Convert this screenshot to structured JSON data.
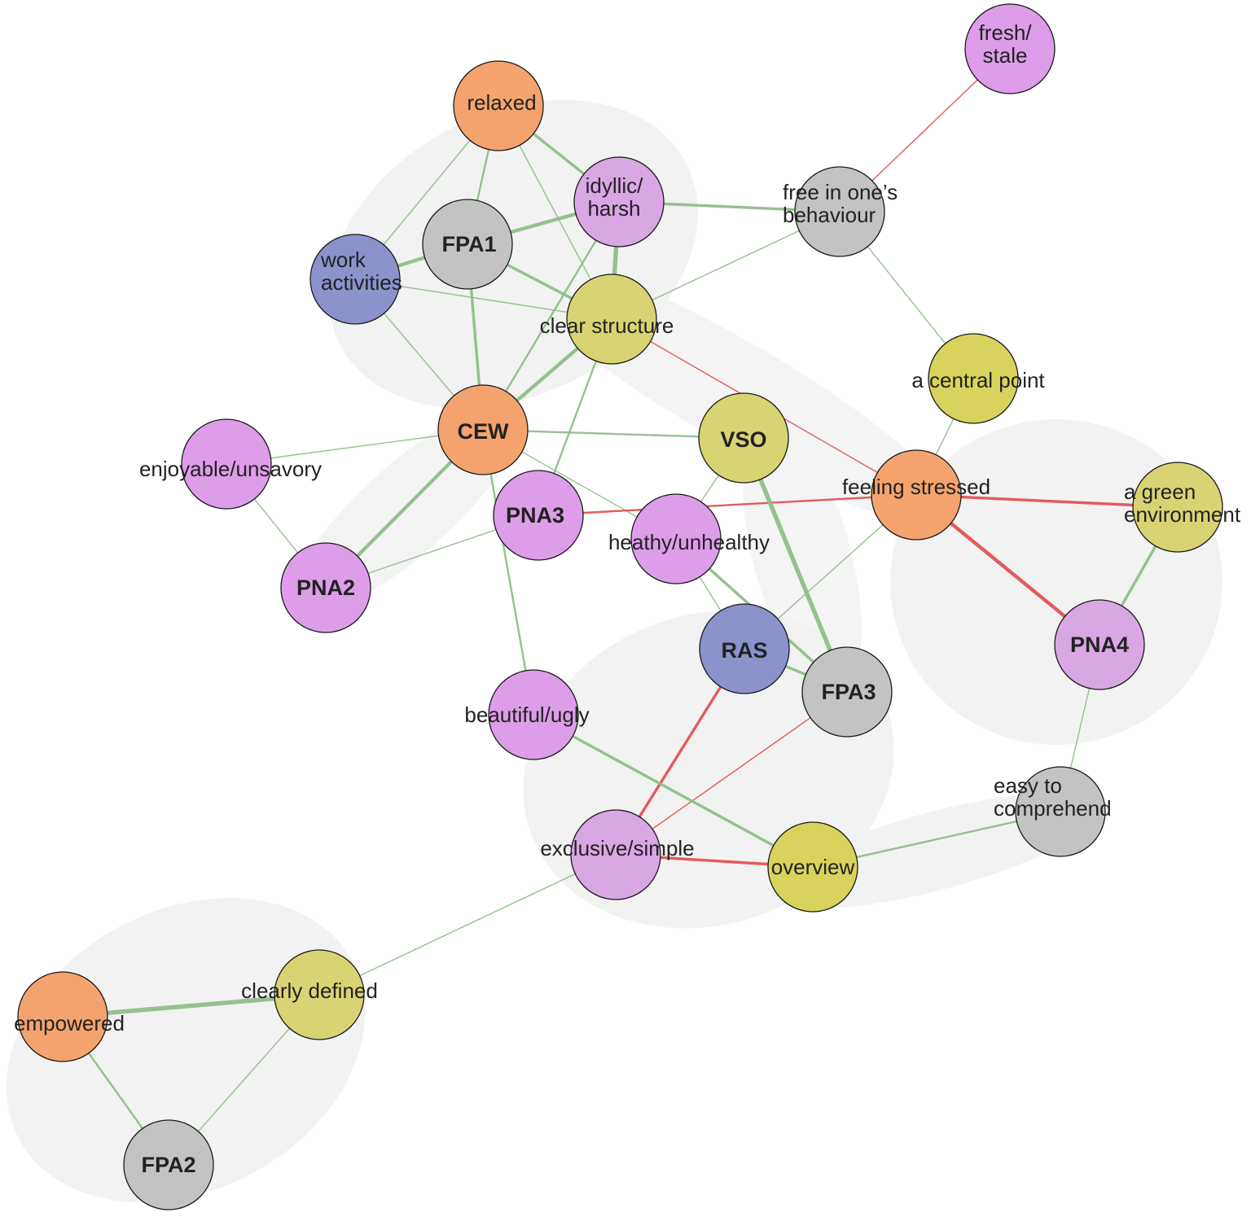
{
  "colors": {
    "orange": "#f4a36e",
    "violet": "#dd9de9",
    "violet_light": "#d9a7e4",
    "yellow": "#d7d35c",
    "yellow_dull": "#d9d473",
    "grey": "#c3c3c3",
    "blue": "#8b92cc",
    "positive_edge": "#8fbf88",
    "negative_edge": "#e24b4b",
    "cluster_fill": "#f2f2f2"
  },
  "nodes": [
    {
      "id": "relaxed",
      "lines": [
        "relaxed"
      ],
      "bold": false,
      "color": "orange"
    },
    {
      "id": "fresh",
      "lines": [
        "fresh/",
        "stale"
      ],
      "bold": false,
      "color": "violet"
    },
    {
      "id": "idyllic",
      "lines": [
        "idyllic/",
        "harsh"
      ],
      "bold": false,
      "color": "violet_light"
    },
    {
      "id": "free",
      "lines": [
        "free in one’s",
        "behaviour"
      ],
      "bold": false,
      "color": "grey"
    },
    {
      "id": "fpa1",
      "lines": [
        "FPA1"
      ],
      "bold": true,
      "color": "grey"
    },
    {
      "id": "work",
      "lines": [
        "work",
        "activities"
      ],
      "bold": false,
      "color": "blue"
    },
    {
      "id": "clear",
      "lines": [
        "clear structure"
      ],
      "bold": false,
      "color": "yellow_dull"
    },
    {
      "id": "central",
      "lines": [
        "a central point"
      ],
      "bold": false,
      "color": "yellow"
    },
    {
      "id": "cew",
      "lines": [
        "CEW"
      ],
      "bold": true,
      "color": "orange"
    },
    {
      "id": "vso",
      "lines": [
        "VSO"
      ],
      "bold": true,
      "color": "yellow_dull"
    },
    {
      "id": "enjoyable",
      "lines": [
        "enjoyable/unsavory"
      ],
      "bold": false,
      "color": "violet"
    },
    {
      "id": "pna3",
      "lines": [
        "PNA3"
      ],
      "bold": true,
      "color": "violet"
    },
    {
      "id": "stressed",
      "lines": [
        "feeling stressed"
      ],
      "bold": false,
      "color": "orange"
    },
    {
      "id": "green",
      "lines": [
        "a green",
        "environment"
      ],
      "bold": false,
      "color": "yellow_dull"
    },
    {
      "id": "healthy",
      "lines": [
        "heathy/unhealthy"
      ],
      "bold": false,
      "color": "violet"
    },
    {
      "id": "pna2",
      "lines": [
        "PNA2"
      ],
      "bold": true,
      "color": "violet"
    },
    {
      "id": "ras",
      "lines": [
        "RAS"
      ],
      "bold": true,
      "color": "blue"
    },
    {
      "id": "pna4",
      "lines": [
        "PNA4"
      ],
      "bold": true,
      "color": "violet_light"
    },
    {
      "id": "fpa3",
      "lines": [
        "FPA3"
      ],
      "bold": true,
      "color": "grey"
    },
    {
      "id": "beautiful",
      "lines": [
        "beautiful/ugly"
      ],
      "bold": false,
      "color": "violet"
    },
    {
      "id": "easy",
      "lines": [
        "easy to",
        "comprehend"
      ],
      "bold": false,
      "color": "grey"
    },
    {
      "id": "exclusive",
      "lines": [
        "exclusive/simple"
      ],
      "bold": false,
      "color": "violet_light"
    },
    {
      "id": "overview",
      "lines": [
        "overview"
      ],
      "bold": false,
      "color": "yellow"
    },
    {
      "id": "clearly",
      "lines": [
        "clearly defined"
      ],
      "bold": false,
      "color": "yellow_dull"
    },
    {
      "id": "empowered",
      "lines": [
        "empowered"
      ],
      "bold": false,
      "color": "orange"
    },
    {
      "id": "fpa2",
      "lines": [
        "FPA2"
      ],
      "bold": true,
      "color": "grey"
    }
  ],
  "edges": [
    {
      "from": "fresh",
      "to": "free",
      "sign": "negative",
      "weight": 1
    },
    {
      "from": "relaxed",
      "to": "idyllic",
      "sign": "positive",
      "weight": 3
    },
    {
      "from": "relaxed",
      "to": "fpa1",
      "sign": "positive",
      "weight": 2
    },
    {
      "from": "relaxed",
      "to": "work",
      "sign": "positive",
      "weight": 1
    },
    {
      "from": "relaxed",
      "to": "clear",
      "sign": "positive",
      "weight": 1
    },
    {
      "from": "idyllic",
      "to": "free",
      "sign": "positive",
      "weight": 3
    },
    {
      "from": "idyllic",
      "to": "fpa1",
      "sign": "positive",
      "weight": 4
    },
    {
      "from": "idyllic",
      "to": "clear",
      "sign": "positive",
      "weight": 5
    },
    {
      "from": "idyllic",
      "to": "cew",
      "sign": "positive",
      "weight": 2
    },
    {
      "from": "fpa1",
      "to": "work",
      "sign": "positive",
      "weight": 4
    },
    {
      "from": "fpa1",
      "to": "clear",
      "sign": "positive",
      "weight": 3
    },
    {
      "from": "fpa1",
      "to": "cew",
      "sign": "positive",
      "weight": 3
    },
    {
      "from": "work",
      "to": "clear",
      "sign": "positive",
      "weight": 1
    },
    {
      "from": "work",
      "to": "cew",
      "sign": "positive",
      "weight": 1
    },
    {
      "from": "clear",
      "to": "free",
      "sign": "positive",
      "weight": 1
    },
    {
      "from": "clear",
      "to": "cew",
      "sign": "positive",
      "weight": 4
    },
    {
      "from": "clear",
      "to": "pna3",
      "sign": "positive",
      "weight": 2
    },
    {
      "from": "clear",
      "to": "stressed",
      "sign": "negative",
      "weight": 1
    },
    {
      "from": "free",
      "to": "central",
      "sign": "positive",
      "weight": 1
    },
    {
      "from": "central",
      "to": "stressed",
      "sign": "positive",
      "weight": 1
    },
    {
      "from": "cew",
      "to": "vso",
      "sign": "positive",
      "weight": 2
    },
    {
      "from": "cew",
      "to": "enjoyable",
      "sign": "positive",
      "weight": 1
    },
    {
      "from": "cew",
      "to": "pna2",
      "sign": "positive",
      "weight": 4
    },
    {
      "from": "cew",
      "to": "healthy",
      "sign": "positive",
      "weight": 1
    },
    {
      "from": "cew",
      "to": "beautiful",
      "sign": "positive",
      "weight": 2
    },
    {
      "from": "enjoyable",
      "to": "pna2",
      "sign": "positive",
      "weight": 1
    },
    {
      "from": "pna2",
      "to": "pna3",
      "sign": "positive",
      "weight": 1
    },
    {
      "from": "pna3",
      "to": "stressed",
      "sign": "negative",
      "weight": 2
    },
    {
      "from": "vso",
      "to": "healthy",
      "sign": "positive",
      "weight": 1
    },
    {
      "from": "vso",
      "to": "fpa3",
      "sign": "positive",
      "weight": 5
    },
    {
      "from": "healthy",
      "to": "ras",
      "sign": "positive",
      "weight": 1
    },
    {
      "from": "healthy",
      "to": "fpa3",
      "sign": "positive",
      "weight": 3
    },
    {
      "from": "stressed",
      "to": "green",
      "sign": "negative",
      "weight": 3
    },
    {
      "from": "stressed",
      "to": "pna4",
      "sign": "negative",
      "weight": 4
    },
    {
      "from": "stressed",
      "to": "ras",
      "sign": "positive",
      "weight": 1
    },
    {
      "from": "green",
      "to": "pna4",
      "sign": "positive",
      "weight": 3
    },
    {
      "from": "pna4",
      "to": "easy",
      "sign": "positive",
      "weight": 1
    },
    {
      "from": "ras",
      "to": "fpa3",
      "sign": "positive",
      "weight": 3
    },
    {
      "from": "ras",
      "to": "exclusive",
      "sign": "negative",
      "weight": 3
    },
    {
      "from": "fpa3",
      "to": "exclusive",
      "sign": "negative",
      "weight": 1
    },
    {
      "from": "beautiful",
      "to": "overview",
      "sign": "positive",
      "weight": 3
    },
    {
      "from": "exclusive",
      "to": "overview",
      "sign": "negative",
      "weight": 3
    },
    {
      "from": "exclusive",
      "to": "clearly",
      "sign": "positive",
      "weight": 1
    },
    {
      "from": "overview",
      "to": "easy",
      "sign": "positive",
      "weight": 2
    },
    {
      "from": "clearly",
      "to": "empowered",
      "sign": "positive",
      "weight": 5
    },
    {
      "from": "clearly",
      "to": "fpa2",
      "sign": "positive",
      "weight": 1
    },
    {
      "from": "empowered",
      "to": "fpa2",
      "sign": "positive",
      "weight": 2
    }
  ]
}
